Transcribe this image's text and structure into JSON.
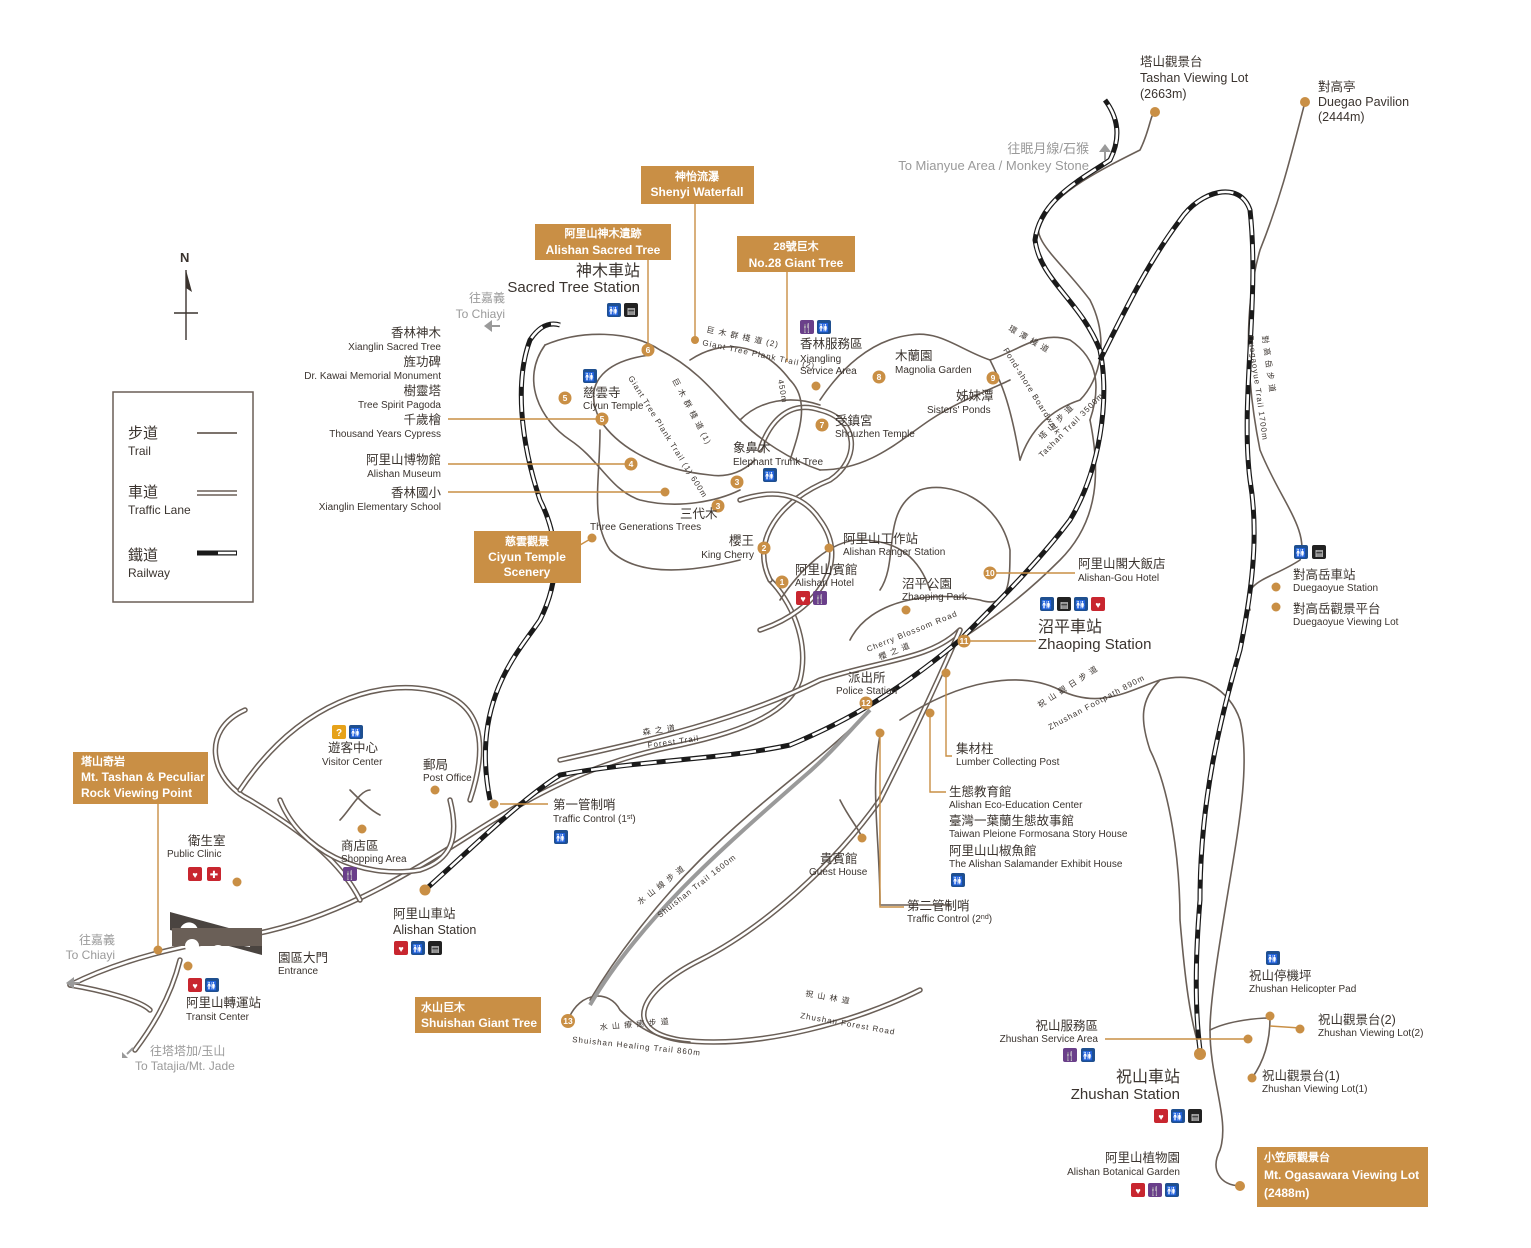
{
  "legend": {
    "trail_zh": "步道",
    "trail_en": "Trail",
    "road_zh": "車道",
    "road_en": "Traffic Lane",
    "rail_zh": "鐵道",
    "rail_en": "Railway",
    "north": "N"
  },
  "highlights": {
    "sacred_tree": {
      "zh": "阿里山神木遺跡",
      "en": "Alishan Sacred Tree"
    },
    "shenyi": {
      "zh": "神怡流瀑",
      "en": "Shenyi Waterfall"
    },
    "giant28": {
      "zh": "28號巨木",
      "en": "No.28 Giant Tree"
    },
    "ciyun_scenery": {
      "zh": "慈雲觀景",
      "en1": "Ciyun Temple",
      "en2": "Scenery"
    },
    "tashan_rock": {
      "zh": "塔山奇岩",
      "en1": "Mt. Tashan & Peculiar",
      "en2": "Rock Viewing Point"
    },
    "shuishan": {
      "zh": "水山巨木",
      "en": "Shuishan Giant Tree"
    },
    "ogasawara": {
      "zh": "小笠原觀景台",
      "en": "Mt. Ogasawara Viewing Lot",
      "elev": "(2488m)"
    }
  },
  "directions": {
    "mianyue_zh": "往眠月線/石猴",
    "mianyue_en": "To Mianyue Area / Monkey Stone",
    "chiayi_top_zh": "往嘉義",
    "chiayi_top_en": "To Chiayi",
    "chiayi_bottom_zh": "往嘉義",
    "chiayi_bottom_en": "To Chiayi",
    "tatajia_zh": "往塔塔加/玉山",
    "tatajia_en": "To Tatajia/Mt. Jade"
  },
  "places": {
    "tashan_lot": {
      "zh": "塔山觀景台",
      "en": "Tashan Viewing Lot",
      "elev": "(2663m)"
    },
    "duegao": {
      "zh": "對高亭",
      "en": "Duegao Pavilion",
      "elev": "(2444m)"
    },
    "sacred_station": {
      "zh": "神木車站",
      "en": "Sacred Tree Station"
    },
    "xianglin_tree": {
      "zh": "香林神木",
      "en": "Xianglin Sacred Tree"
    },
    "kawai": {
      "zh": "旌功碑",
      "en": "Dr. Kawai Memorial Monument"
    },
    "spirit_pagoda": {
      "zh": "樹靈塔",
      "en": "Tree Spirit Pagoda"
    },
    "cypress": {
      "zh": "千歲檜",
      "en": "Thousand Years Cypress"
    },
    "museum": {
      "zh": "阿里山博物館",
      "en": "Alishan Museum"
    },
    "school": {
      "zh": "香林國小",
      "en": "Xianglin Elementary School"
    },
    "ciyun": {
      "zh": "慈雲寺",
      "en": "Ciyun Temple"
    },
    "xianglin_sa": {
      "zh": "香林服務區",
      "en1": "Xiangling",
      "en2": "Service Area"
    },
    "magnolia": {
      "zh": "木蘭園",
      "en": "Magnolia Garden"
    },
    "sisters": {
      "zh": "姊妹潭",
      "en": "Sisters' Ponds"
    },
    "shouzhen": {
      "zh": "受鎮宮",
      "en": "Shouzhen Temple"
    },
    "elephant": {
      "zh": "象鼻木",
      "en": "Elephant Trunk Tree"
    },
    "three_gen": {
      "zh": "三代木",
      "en": "Three Generations Trees"
    },
    "king_cherry": {
      "zh": "櫻王",
      "en": "King Cherry"
    },
    "ranger": {
      "zh": "阿里山工作站",
      "en": "Alishan Ranger Station"
    },
    "hotel": {
      "zh": "阿里山賓館",
      "en": "Alishan Hotel"
    },
    "zhaoping_park": {
      "zh": "沼平公園",
      "en": "Zhaoping Park"
    },
    "gou_hotel": {
      "zh": "阿里山閣大飯店",
      "en": "Alishan-Gou Hotel"
    },
    "zhaoping_station": {
      "zh": "沼平車站",
      "en": "Zhaoping Station"
    },
    "police": {
      "zh": "派出所",
      "en": "Police Station"
    },
    "visitor": {
      "zh": "遊客中心",
      "en": "Visitor Center"
    },
    "post": {
      "zh": "郵局",
      "en": "Post Office"
    },
    "traffic1": {
      "zh": "第一管制哨",
      "en": "Traffic Control (1",
      "sup": "st",
      "close": ")"
    },
    "clinic": {
      "zh": "衛生室",
      "en": "Public Clinic"
    },
    "shopping": {
      "zh": "商店區",
      "en": "Shopping Area"
    },
    "alishan_station": {
      "zh": "阿里山車站",
      "en": "Alishan Station"
    },
    "entrance": {
      "zh": "園區大門",
      "en": "Entrance"
    },
    "transit": {
      "zh": "阿里山轉運站",
      "en": "Transit Center"
    },
    "lumber": {
      "zh": "集材柱",
      "en": "Lumber Collecting Post"
    },
    "eco": {
      "zh": "生態教育館",
      "en": "Alishan Eco-Education Center"
    },
    "pleione": {
      "zh": "臺灣一葉蘭生態故事館",
      "en": "Taiwan Pleione Formosana Story House"
    },
    "salamander": {
      "zh": "阿里山山椒魚館",
      "en": "The Alishan Salamander Exhibit House"
    },
    "guest": {
      "zh": "貴賓館",
      "en": "Guest House"
    },
    "traffic2": {
      "zh": "第二管制哨",
      "en": "Traffic Control (2",
      "sup": "nd",
      "close": ")"
    },
    "duegaoyue_station": {
      "zh": "對高岳車站",
      "en": "Duegaoyue Station"
    },
    "duegaoyue_lot": {
      "zh": "對高岳觀景平台",
      "en": "Duegaoyue Viewing Lot"
    },
    "helipad": {
      "zh": "祝山停機坪",
      "en": "Zhushan Helicopter Pad"
    },
    "zhushan_lot2": {
      "zh": "祝山觀景台(2)",
      "en": "Zhushan Viewing Lot(2)"
    },
    "zhushan_sa": {
      "zh": "祝山服務區",
      "en": "Zhushan Service Area"
    },
    "zhushan_lot1": {
      "zh": "祝山觀景台(1)",
      "en": "Zhushan Viewing Lot(1)"
    },
    "zhushan_station": {
      "zh": "祝山車站",
      "en": "Zhushan Station"
    },
    "botanical": {
      "zh": "阿里山植物園",
      "en": "Alishan Botanical Garden"
    }
  },
  "trail_labels": {
    "giant_plank2": "巨 木 群 棧 道 (2)",
    "giant_plank2_en": "Giant Tree Plank Trail (2)",
    "giant_plank2_len": "450m",
    "giant_plank1": "巨 木 群 棧 道 (1)",
    "giant_plank1_en": "Giant Tree Plank Trail (1) 600m",
    "pond_zh": "環 潭 棧 道",
    "pond_en": "Pond-shore Boardwalk",
    "tashan_zh": "塔 山 步 道",
    "tashan_en": "Tashan Trail 3500m",
    "duegaoyue_zh": "對 高 岳 步 道",
    "duegaoyue_en": "Duegaoyue Trail 1700m",
    "forest_zh": "森 之 道",
    "forest_en": "Forest Trail",
    "shuishan_zh": "水 山 線 步 道",
    "shuishan_en": "Shuishan Trail 1600m",
    "zhushan_fp_zh": "祝 山 觀 日 步 道",
    "zhushan_fp_en": "Zhushan Footpath 890m",
    "zhushan_road_zh": "祝 山 林 道",
    "zhushan_road_en": "Zhushan Forest Road",
    "healing_zh": "水 山 療 癒 步 道",
    "healing_en": "Shuishan Healing Trail 860m",
    "cherry_en": "Cherry Blossom Road",
    "cherry_zh": "櫻 之 道"
  },
  "markers": [
    "1",
    "2",
    "3",
    "4",
    "5",
    "6",
    "7",
    "8",
    "9",
    "10",
    "11",
    "12",
    "13"
  ],
  "icons": {
    "wc": "wc-icon",
    "shop": "restaurant-icon",
    "medical": "aed-icon",
    "info": "info-icon",
    "clinic": "first-aid-icon",
    "store": "store-icon",
    "wc_glyph": "🚻",
    "food_glyph": "🍴",
    "aed_glyph": "♥",
    "cross_glyph": "✚",
    "info_glyph": "?",
    "store_glyph": "▤"
  },
  "colors": {
    "accent": "#c98f45",
    "road": "#6a5f57",
    "rail": "#1a1a1a",
    "wc": "#1f4f8f",
    "food": "#6a3f8a",
    "medical": "#c8262f",
    "info": "#e6a21a"
  }
}
